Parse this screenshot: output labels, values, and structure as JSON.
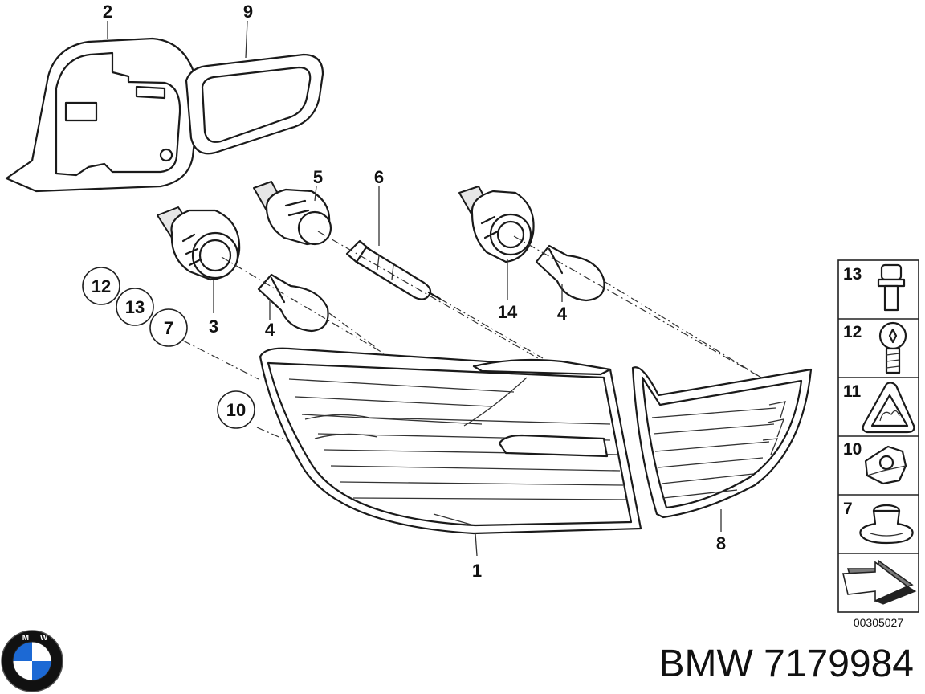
{
  "callouts": {
    "c1": "1",
    "c2": "2",
    "c3": "3",
    "c4a": "4",
    "c4b": "4",
    "c5": "5",
    "c6": "6",
    "c7": "7",
    "c8": "8",
    "c9": "9",
    "c10": "10",
    "c12": "12",
    "c13": "13",
    "c14": "14"
  },
  "legend": {
    "items": [
      {
        "num": "13",
        "icon": "bolt-icon"
      },
      {
        "num": "12",
        "icon": "torx-screw-icon"
      },
      {
        "num": "11",
        "icon": "warning-label-icon"
      },
      {
        "num": "10",
        "icon": "hex-nut-icon"
      },
      {
        "num": "7",
        "icon": "grommet-icon"
      },
      {
        "num": "",
        "icon": "direction-arrow-icon"
      }
    ]
  },
  "diagram_code": "00305027",
  "brand": {
    "text": "BMW 7179984",
    "logo_text": "BMW",
    "logo_colors": {
      "ring": "#111111",
      "blue": "#1c69d4",
      "white": "#ffffff"
    }
  }
}
